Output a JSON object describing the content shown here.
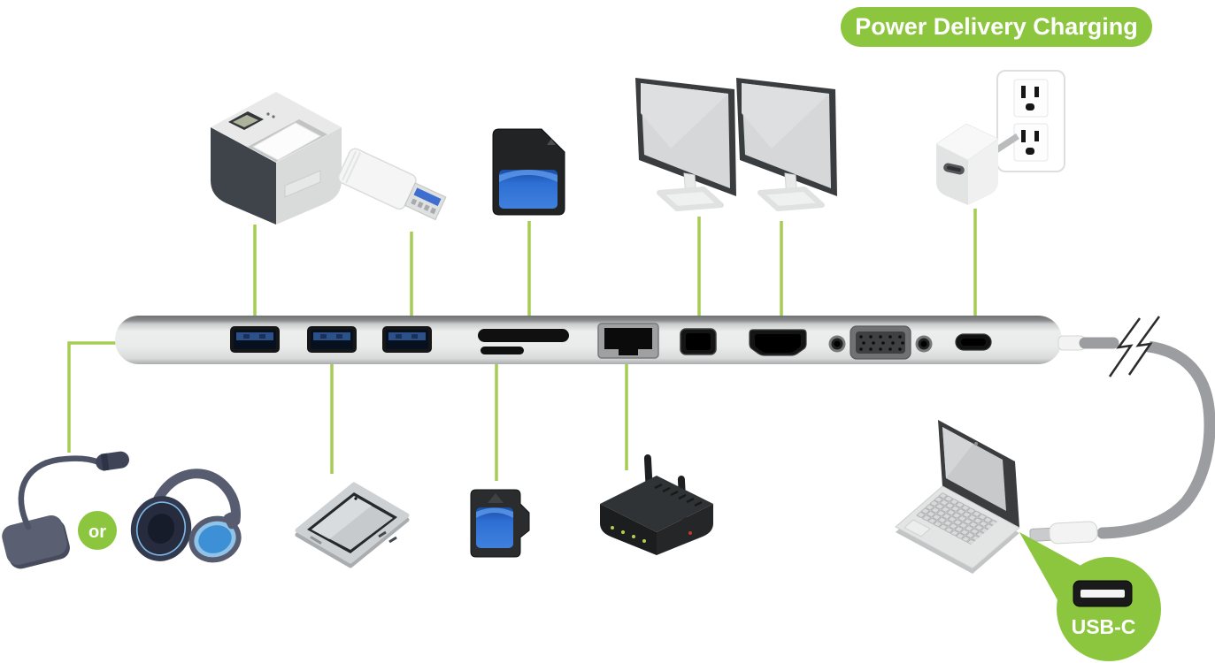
{
  "badge": {
    "label": "Power Delivery Charging"
  },
  "or_badge": {
    "label": "or"
  },
  "usbc_bubble": {
    "label": "USB-C"
  },
  "colors": {
    "accent_green": "#8CC63E",
    "connector_line_green": "#A6CC53",
    "cable_gray": "#9A9C9E",
    "dock_silver": "#E9EAEA",
    "usb_port_blue": "#2B5188",
    "headphone_blue": "#3D8FD6",
    "sd_label_blue": "#2E6FD4"
  },
  "dock": {
    "ports": [
      "usb-a-port-1",
      "usb-a-port-2",
      "usb-a-port-3",
      "sd-card-slot",
      "micro-sd-slot",
      "ethernet-rj45-port",
      "mini-displayport",
      "hdmi-port",
      "audio-jack-left",
      "vga-port",
      "audio-jack-right",
      "usb-c-pd-port"
    ]
  },
  "devices": {
    "top": [
      "printer",
      "usb-flash-drive",
      "sd-card",
      "monitor-1",
      "monitor-2",
      "wall-outlet-power-adapter"
    ],
    "bottom": [
      "microphone",
      "headphones",
      "smartphone",
      "micro-sd-card",
      "router",
      "laptop"
    ]
  },
  "icons": [
    "cable-break-icon",
    "usb-c-port-icon"
  ]
}
